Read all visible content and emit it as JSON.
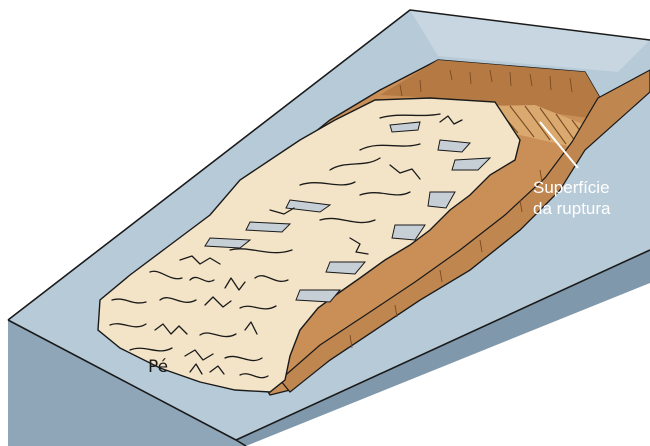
{
  "labels": {
    "rupture_surface_line1": "Superfície",
    "rupture_surface_line2": "da ruptura",
    "toe": "Pé"
  },
  "colors": {
    "slope_surface": "#b7cad8",
    "slope_side": "#8fa6b8",
    "scarp_soil": "#c98f57",
    "scarp_soil_dark": "#a86b38",
    "slide_mass": "#f3e4c8",
    "label_text": "#ffffff",
    "line": "#1a1a1a"
  }
}
